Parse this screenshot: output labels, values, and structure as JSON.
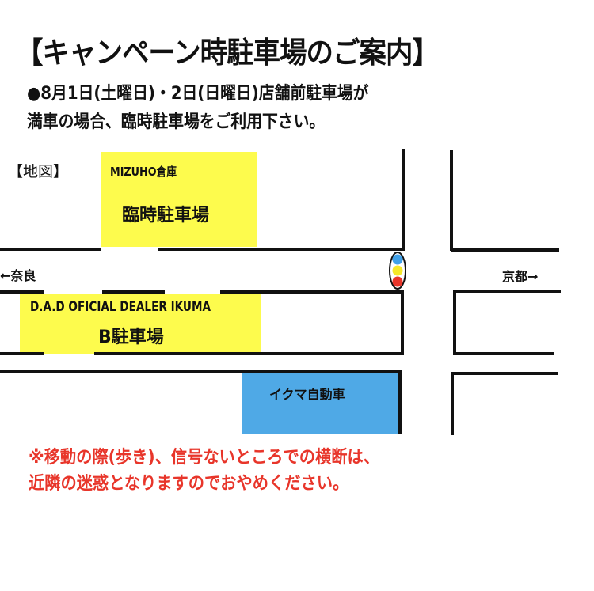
{
  "title": "【キャンペーン時駐車場のご案内】",
  "intro": {
    "line1": "●8月1日(土曜日)・2日(日曜日)店舗前駐車場が",
    "line2": "満車の場合、臨時駐車場をご利用下さい。"
  },
  "map": {
    "label": "【地図】",
    "temp_lot_owner": "MIZUHO倉庫",
    "temp_lot": "臨時駐車場",
    "left_direction": "←奈良",
    "right_direction": "京都→",
    "dealer": "D.A.D OFICIAL DEALER IKUMA",
    "b_lot": "B駐車場",
    "ikuma": "イクマ自動車",
    "colors": {
      "yellow": "#fdfb4d",
      "blue": "#4fa9e6",
      "signal_blue": "#3fa0e8",
      "signal_yellow": "#f5e82a",
      "signal_red": "#e8352a"
    }
  },
  "warning": {
    "line1": "※移動の際(歩き)、信号ないところでの横断は、",
    "line2": "近隣の迷惑となりますのでおやめください。"
  }
}
